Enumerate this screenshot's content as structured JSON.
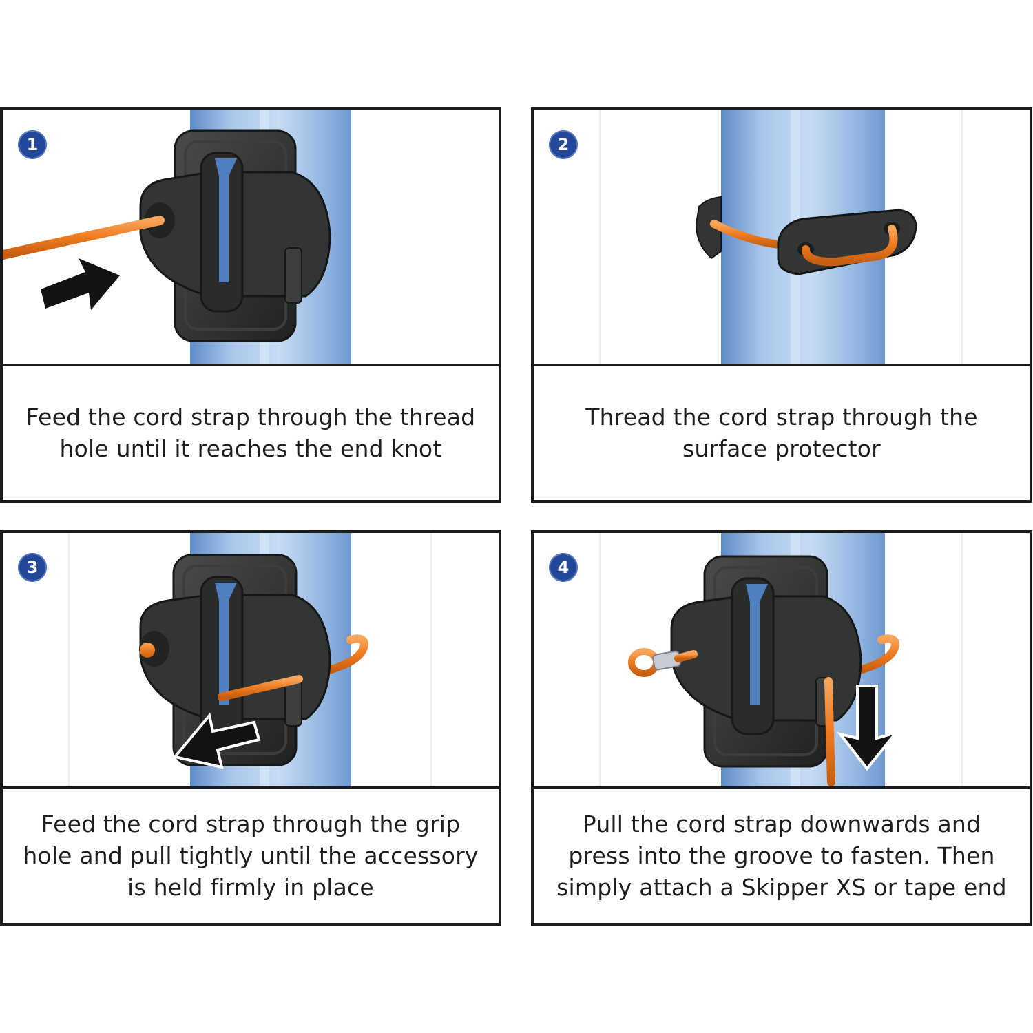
{
  "steps": [
    {
      "number": "1",
      "caption": "Feed the cord strap through the thread hole until it reaches the end knot"
    },
    {
      "number": "2",
      "caption": "Thread the cord strap through the surface protector"
    },
    {
      "number": "3",
      "caption": "Feed the cord strap through the grip hole and pull tightly until the accessory is held firmly in place"
    },
    {
      "number": "4",
      "caption": "Pull the cord strap downwards and press into the groove to fasten. Then simply attach a Skipper XS or tape end"
    }
  ],
  "colors": {
    "badge": "#23489a",
    "cord": "#f07c22",
    "post": "#9dbde3",
    "insulator": "#2e302f",
    "border": "#1b1b1b"
  },
  "icons": [
    "arrow-right-icon",
    "arrow-left-icon",
    "arrow-down-icon"
  ]
}
